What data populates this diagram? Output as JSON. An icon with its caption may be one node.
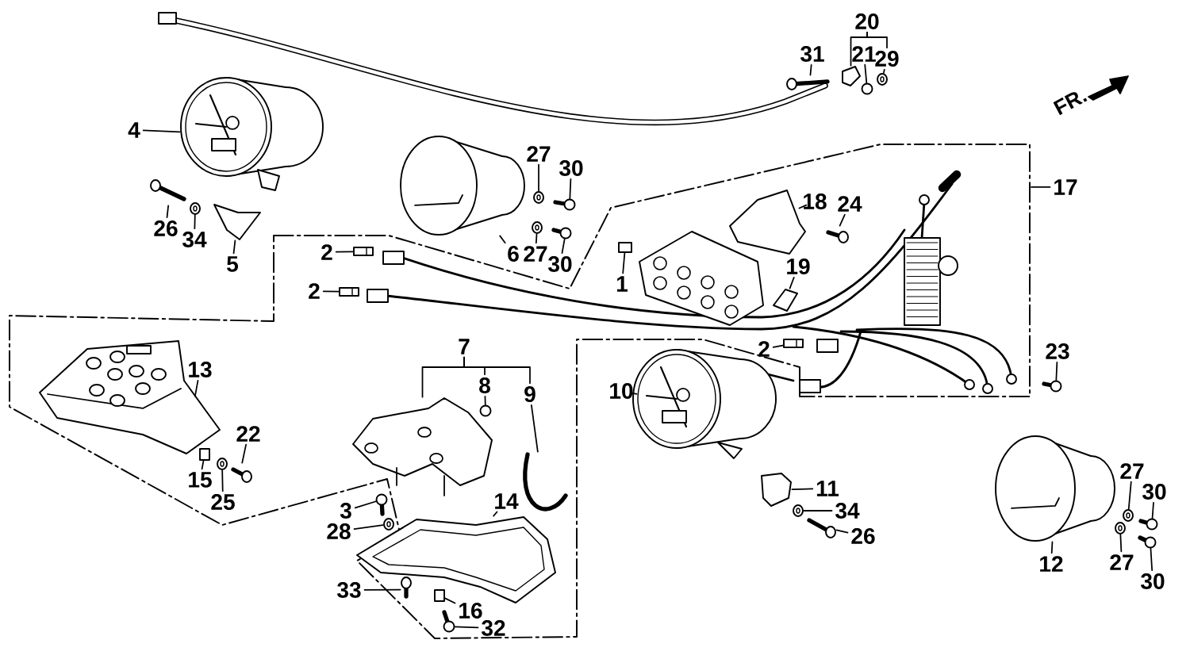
{
  "diagram": {
    "nodes": [
      {
        "text": [
          "20"
        ]
      },
      {
        "text": [
          "31"
        ]
      },
      {
        "text": [
          "21"
        ]
      },
      {
        "text": [
          "29"
        ]
      },
      {
        "text": [
          "4"
        ]
      },
      {
        "text": [
          "27"
        ]
      },
      {
        "text": [
          "30"
        ]
      },
      {
        "text": [
          "26"
        ]
      },
      {
        "text": [
          "34"
        ]
      },
      {
        "text": [
          "5"
        ]
      },
      {
        "text": [
          "6"
        ]
      },
      {
        "text": [
          "27"
        ]
      },
      {
        "text": [
          "30"
        ]
      },
      {
        "text": [
          "18"
        ]
      },
      {
        "text": [
          "24"
        ]
      },
      {
        "text": [
          "17"
        ]
      },
      {
        "text": [
          "2"
        ]
      },
      {
        "text": [
          "1"
        ]
      },
      {
        "text": [
          "19"
        ]
      },
      {
        "text": [
          "2"
        ]
      },
      {
        "text": [
          "7"
        ]
      },
      {
        "text": [
          "8"
        ]
      },
      {
        "text": [
          "9"
        ]
      },
      {
        "text": [
          "13"
        ]
      },
      {
        "text": [
          "2"
        ]
      },
      {
        "text": [
          "23"
        ]
      },
      {
        "text": [
          "10"
        ]
      },
      {
        "text": [
          "22"
        ]
      },
      {
        "text": [
          "15"
        ]
      },
      {
        "text": [
          "25"
        ]
      },
      {
        "text": [
          "3"
        ]
      },
      {
        "text": [
          "14"
        ]
      },
      {
        "text": [
          "28"
        ]
      },
      {
        "text": [
          "11"
        ]
      },
      {
        "text": [
          "34"
        ]
      },
      {
        "text": [
          "26"
        ]
      },
      {
        "text": [
          "27"
        ]
      },
      {
        "text": [
          "30"
        ]
      },
      {
        "text": [
          "33"
        ]
      },
      {
        "text": [
          "16"
        ]
      },
      {
        "text": [
          "32"
        ]
      },
      {
        "text": [
          "12"
        ]
      },
      {
        "text": [
          "27"
        ]
      },
      {
        "text": [
          "30"
        ]
      },
      {
        "text": [],
        "shape": "picture"
      },
      {
        "text": [],
        "shape": "circle"
      },
      {
        "text": [],
        "shape": "picture"
      },
      {
        "text": [],
        "shape": "picture"
      },
      {
        "text": [],
        "shape": "picture"
      },
      {
        "text": [],
        "shape": "picture"
      },
      {
        "text": [],
        "shape": "circle"
      },
      {
        "text": [],
        "shape": "picture"
      },
      {
        "text": [],
        "shape": "picture"
      },
      {
        "text": [],
        "shape": "picture"
      },
      {
        "text": [],
        "shape": "picture"
      },
      {
        "text": [],
        "shape": "picture"
      },
      {
        "text": [],
        "shape": "circle"
      },
      {
        "text": [],
        "shape": "picture"
      },
      {
        "text": [],
        "shape": "picture"
      },
      {
        "text": [],
        "shape": "picture"
      },
      {
        "text": [],
        "shape": "box"
      },
      {
        "text": [],
        "shape": "picture"
      },
      {
        "text": [],
        "shape": "picture"
      },
      {
        "text": [],
        "shape": "picture"
      },
      {
        "text": [],
        "shape": "circle"
      },
      {
        "text": [],
        "shape": "picture"
      },
      {
        "text": [],
        "shape": "picture"
      },
      {
        "text": [],
        "shape": "picture"
      },
      {
        "text": [],
        "shape": "circle"
      },
      {
        "text": [],
        "shape": "picture"
      },
      {
        "text": [],
        "shape": "picture"
      },
      {
        "text": [],
        "shape": "box"
      },
      {
        "text": [],
        "shape": "picture"
      },
      {
        "text": [],
        "shape": "circle"
      },
      {
        "text": [],
        "shape": "picture"
      },
      {
        "text": [],
        "shape": "picture"
      },
      {
        "text": [],
        "shape": "picture"
      },
      {
        "text": [],
        "shape": "picture"
      },
      {
        "text": [],
        "shape": "picture"
      },
      {
        "text": [],
        "shape": "picture"
      },
      {
        "text": [],
        "shape": "circle"
      },
      {
        "text": [],
        "shape": "picture"
      },
      {
        "text": [],
        "shape": "box"
      },
      {
        "text": [],
        "shape": "circle"
      },
      {
        "text": [],
        "shape": "picture"
      },
      {
        "text": [],
        "shape": "picture"
      },
      {
        "text": [],
        "shape": "circle"
      }
    ],
    "edges": [
      {
        "from": 0,
        "to": 44,
        "arrow": "none"
      },
      {
        "from": 0,
        "to": 3,
        "arrow": "none"
      },
      {
        "from": 2,
        "to": 45,
        "arrow": "none"
      },
      {
        "from": 3,
        "to": 46,
        "arrow": "none"
      },
      {
        "from": 1,
        "to": 47,
        "arrow": "none"
      },
      {
        "from": 4,
        "to": 48,
        "arrow": "none"
      },
      {
        "from": 5,
        "to": 49,
        "arrow": "none"
      },
      {
        "from": 6,
        "to": 50,
        "arrow": "none"
      },
      {
        "from": 7,
        "to": 51,
        "arrow": "none"
      },
      {
        "from": 8,
        "to": 52,
        "arrow": "none"
      },
      {
        "from": 9,
        "to": 53,
        "arrow": "none"
      },
      {
        "from": 10,
        "to": 54,
        "arrow": "none"
      },
      {
        "from": 11,
        "to": 55,
        "arrow": "none"
      },
      {
        "from": 12,
        "to": 56,
        "arrow": "none"
      },
      {
        "from": 13,
        "to": 57,
        "arrow": "none"
      },
      {
        "from": 14,
        "to": 58,
        "arrow": "none"
      },
      {
        "from": 15,
        "to": null,
        "arrow": "none"
      },
      {
        "from": 16,
        "to": 59,
        "arrow": "none"
      },
      {
        "from": 17,
        "to": 60,
        "arrow": "none"
      },
      {
        "from": 18,
        "to": 61,
        "arrow": "none"
      },
      {
        "from": 19,
        "to": 62,
        "arrow": "none"
      },
      {
        "from": 20,
        "to": 63,
        "arrow": "none"
      },
      {
        "from": 20,
        "to": 21,
        "arrow": "none"
      },
      {
        "from": 20,
        "to": 22,
        "arrow": "none"
      },
      {
        "from": 21,
        "to": 64,
        "arrow": "none"
      },
      {
        "from": 22,
        "to": 65,
        "arrow": "none"
      },
      {
        "from": 23,
        "to": 66,
        "arrow": "none"
      },
      {
        "from": 24,
        "to": 67,
        "arrow": "none"
      },
      {
        "from": 25,
        "to": 68,
        "arrow": "none"
      },
      {
        "from": 26,
        "to": 69,
        "arrow": "none"
      },
      {
        "from": 27,
        "to": 70,
        "arrow": "none"
      },
      {
        "from": 28,
        "to": 71,
        "arrow": "none"
      },
      {
        "from": 29,
        "to": 72,
        "arrow": "none"
      },
      {
        "from": 30,
        "to": 73,
        "arrow": "none"
      },
      {
        "from": 31,
        "to": 74,
        "arrow": "none"
      },
      {
        "from": 32,
        "to": 75,
        "arrow": "none"
      },
      {
        "from": 33,
        "to": 76,
        "arrow": "none"
      },
      {
        "from": 34,
        "to": 77,
        "arrow": "none"
      },
      {
        "from": 35,
        "to": 78,
        "arrow": "none"
      },
      {
        "from": 36,
        "to": 79,
        "arrow": "none"
      },
      {
        "from": 37,
        "to": 80,
        "arrow": "none"
      },
      {
        "from": 38,
        "to": 81,
        "arrow": "none"
      },
      {
        "from": 39,
        "to": 82,
        "arrow": "none"
      },
      {
        "from": 40,
        "to": 83,
        "arrow": "none"
      },
      {
        "from": 41,
        "to": 84,
        "arrow": "none"
      },
      {
        "from": 42,
        "to": 85,
        "arrow": "none"
      },
      {
        "from": 43,
        "to": 86,
        "arrow": "none"
      }
    ],
    "labels": [
      "FR."
    ]
  }
}
